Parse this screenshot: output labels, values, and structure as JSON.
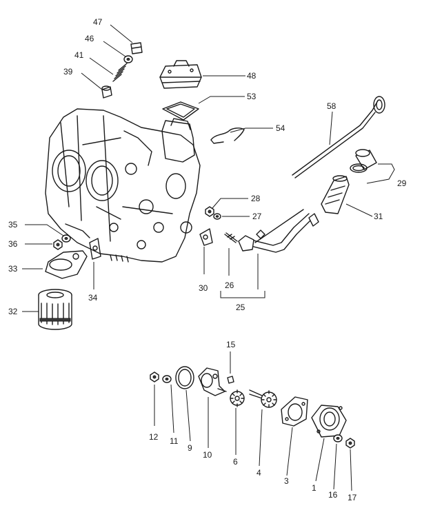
{
  "colors": {
    "ink": "#1a1a1a",
    "paper": "#ffffff"
  },
  "callouts": [
    {
      "label": "47",
      "part": "plug"
    },
    {
      "label": "46",
      "part": "washer"
    },
    {
      "label": "41",
      "part": "spring"
    },
    {
      "label": "39",
      "part": "piston"
    },
    {
      "label": "48",
      "part": "cover"
    },
    {
      "label": "53",
      "part": "gasket"
    },
    {
      "label": "54",
      "part": "wire-clip"
    },
    {
      "label": "58",
      "part": "dipstick"
    },
    {
      "label": "29",
      "part": "filler-cap-seal"
    },
    {
      "label": "31",
      "part": "oil-filler-neck"
    },
    {
      "label": "28",
      "part": "nut"
    },
    {
      "label": "27",
      "part": "washer"
    },
    {
      "label": "35",
      "part": "washer"
    },
    {
      "label": "36",
      "part": "nut"
    },
    {
      "label": "33",
      "part": "filter-flange"
    },
    {
      "label": "34",
      "part": "flange-gasket"
    },
    {
      "label": "32",
      "part": "oil-filter"
    },
    {
      "label": "30",
      "part": "breather-gasket"
    },
    {
      "label": "26",
      "part": "stud"
    },
    {
      "label": "25",
      "part": "breather-assembly"
    },
    {
      "label": "15",
      "part": "pin"
    },
    {
      "label": "12",
      "part": "nut"
    },
    {
      "label": "11",
      "part": "washer"
    },
    {
      "label": "9",
      "part": "seal-ring"
    },
    {
      "label": "10",
      "part": "pump-cover"
    },
    {
      "label": "6",
      "part": "gear"
    },
    {
      "label": "4",
      "part": "drive-gear"
    },
    {
      "label": "3",
      "part": "pump-gasket"
    },
    {
      "label": "1",
      "part": "pump-housing"
    },
    {
      "label": "16",
      "part": "washer"
    },
    {
      "label": "17",
      "part": "nut"
    }
  ]
}
